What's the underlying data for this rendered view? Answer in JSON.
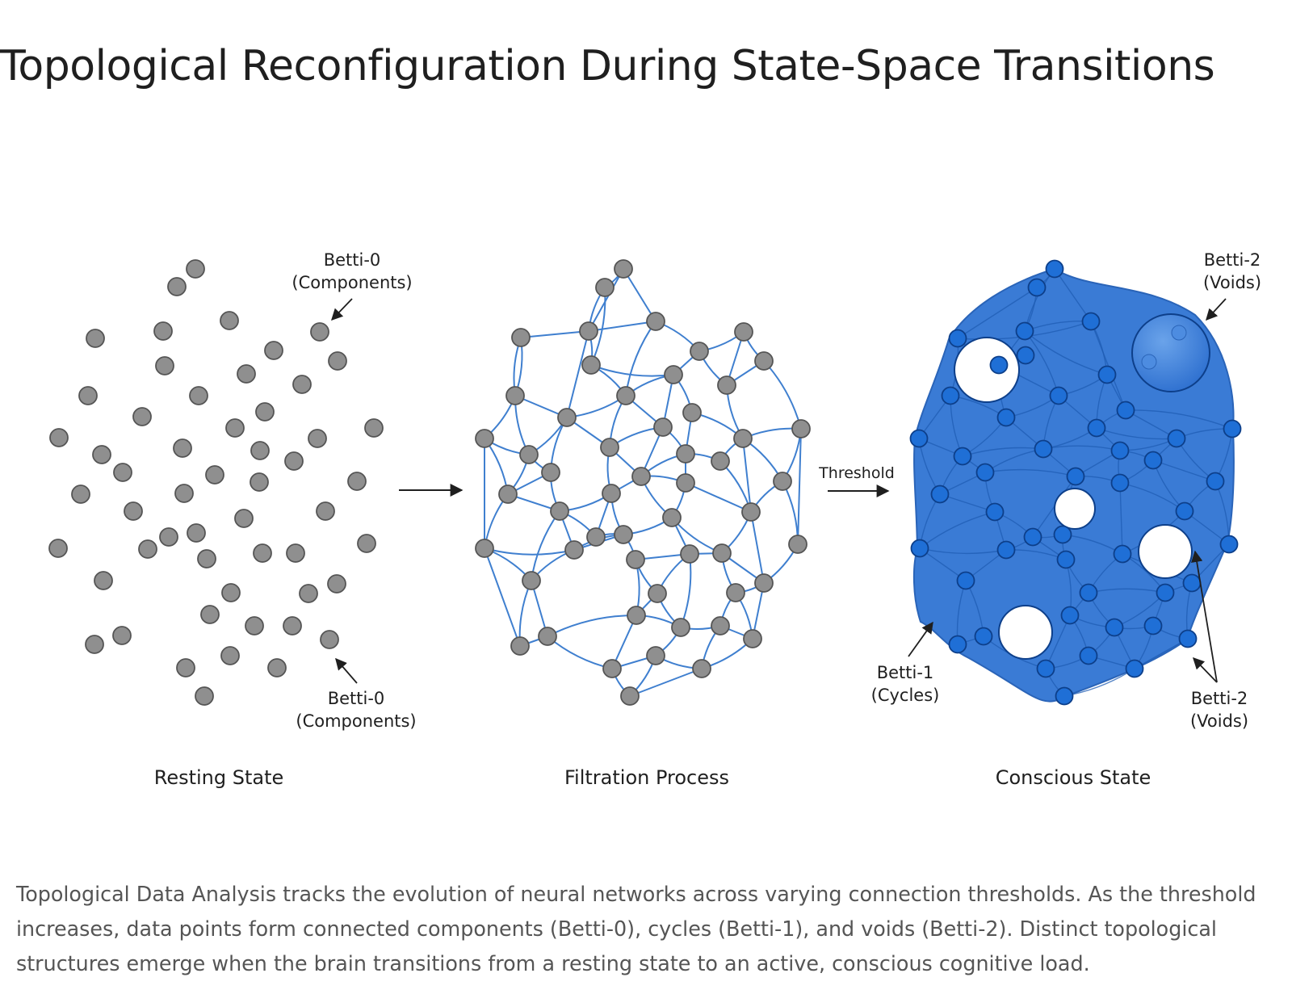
{
  "title": "Topological Reconfiguration During State-Space Transitions",
  "caption": "Topological Data Analysis tracks the evolution of neural networks across varying connection thresholds. As the threshold increases, data points form connected components (Betti-0), cycles (Betti-1), and voids (Betti-2). Distinct topological structures emerge when the brain transitions from a resting state to an active, conscious cognitive load.",
  "panels": {
    "resting": {
      "label": "Resting State"
    },
    "filtration": {
      "label": "Filtration Process"
    },
    "conscious": {
      "label": "Conscious State"
    }
  },
  "arrows": {
    "threshold_label": "Threshold"
  },
  "annotations": {
    "betti0_top": {
      "line1": "Betti-0",
      "line2": "(Components)"
    },
    "betti0_bottom": {
      "line1": "Betti-0",
      "line2": "(Components)"
    },
    "betti1": {
      "line1": "Betti-1",
      "line2": "(Cycles)"
    },
    "betti2_top": {
      "line1": "Betti-2",
      "line2": "(Voids)"
    },
    "betti2_bottom": {
      "line1": "Betti-2",
      "line2": "(Voids)"
    }
  },
  "colors": {
    "node_gray": "#8f8f8f",
    "node_gray_stroke": "#555555",
    "edge_blue": "#3f7fcf",
    "hull_blue": "#3a7bd5",
    "node_blue": "#1f6fd6",
    "node_blue_stroke": "#0d3f8a"
  }
}
